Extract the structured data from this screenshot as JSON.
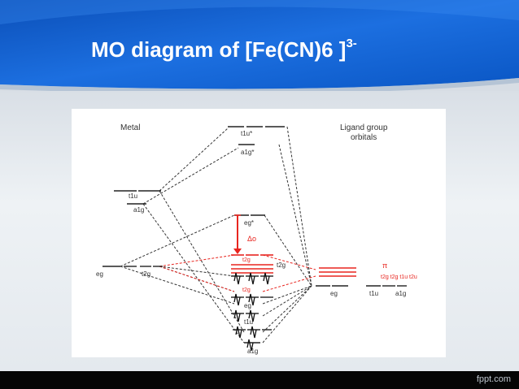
{
  "title": {
    "main": "MO diagram of [Fe(CN)6 ]",
    "charge": "3-"
  },
  "diagram": {
    "metal_label": "Metal",
    "ligand_label_line1": "Ligand group",
    "ligand_label_line2": "orbitals",
    "metal_orbitals": {
      "t1u": "t1u",
      "a1g": "a1g",
      "eg": "eg",
      "t2g": "t2g"
    },
    "mo_labels": {
      "t1u_star": "t1u*",
      "a1g_star": "a1g*",
      "eg_star": "eg*",
      "delta": "Δo",
      "t2g_pi_star": "t2g",
      "t2g": "t2g",
      "t2g_pi": "t2g",
      "eg": "eg",
      "t1u": "t1u",
      "a1g": "a1g"
    },
    "ligand_orbitals": {
      "eg": "eg",
      "t1u": "t1u",
      "a1g": "a1g"
    },
    "pi_label": "π",
    "pi_set": "t2g t2g t1u t2u"
  },
  "colors": {
    "accent": "#e8251f",
    "banner": "#1e6fd9"
  },
  "footer": {
    "brand": "fppt.com"
  }
}
